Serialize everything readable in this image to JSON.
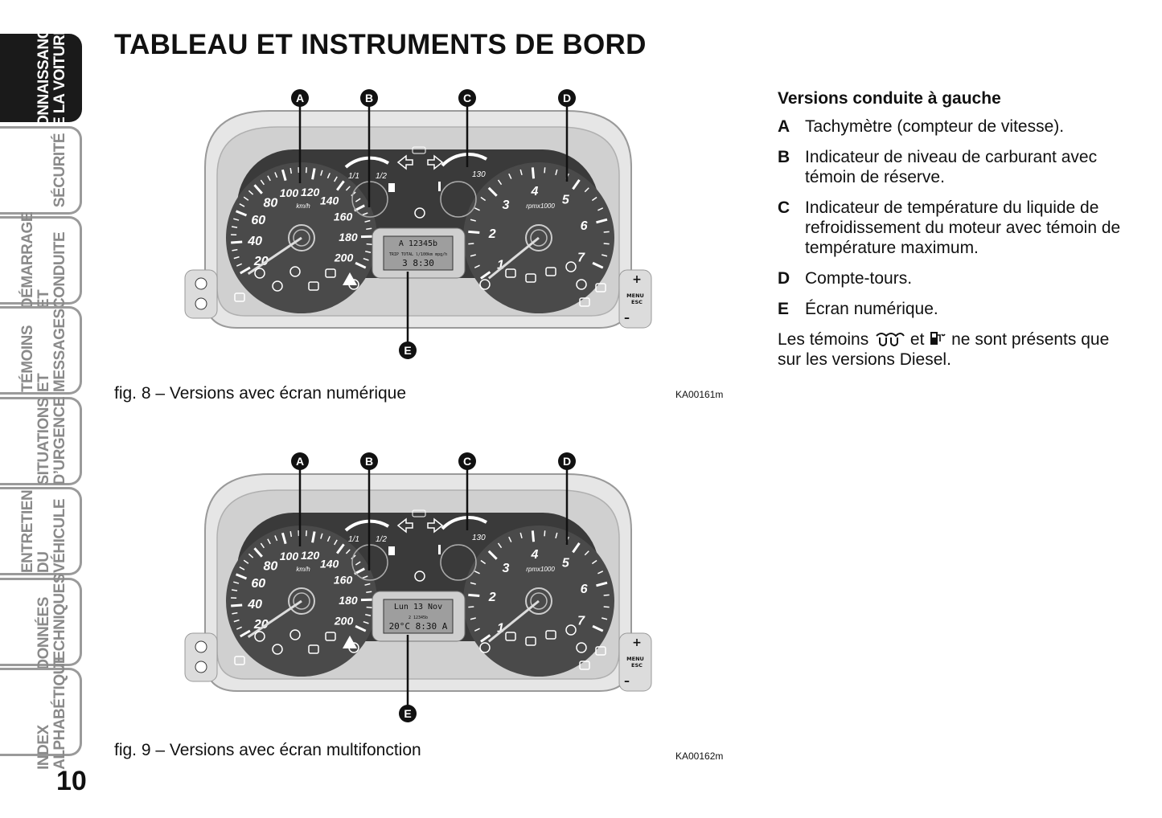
{
  "page": {
    "title": "TABLEAU ET INSTRUMENTS DE BORD",
    "number": "10"
  },
  "side_tabs": [
    {
      "label": "CONNAISSANCE\nDE LA VOITURE",
      "active": true
    },
    {
      "label": "SÉCURITÉ",
      "active": false
    },
    {
      "label": "DÉMARRAGE\nET CONDUITE",
      "active": false
    },
    {
      "label": "TÉMOINS\nET MESSAGES",
      "active": false
    },
    {
      "label": "SITUATIONS\nD’URGENCE",
      "active": false
    },
    {
      "label": "ENTRETIEN\nDU VÉHICULE",
      "active": false
    },
    {
      "label": "DONNÉES\nTECHNIQUES",
      "active": false
    },
    {
      "label": "INDEX\nALPHABÉTIQUE",
      "active": false
    }
  ],
  "figures": [
    {
      "caption": "fig. 8 – Versions avec écran numérique",
      "code": "KA00161m",
      "markers": [
        "A",
        "B",
        "C",
        "D",
        "E"
      ],
      "display": {
        "line1": "A 12345b",
        "line2": "TRIP TOTAL  l/100km  mpg/h",
        "line3": "3 8:30"
      },
      "speed_labels": [
        "20",
        "40",
        "60",
        "80",
        "100",
        "120",
        "140",
        "160",
        "180",
        "200"
      ],
      "speed_unit": "km/h",
      "rpm_labels": [
        "1",
        "2",
        "3",
        "4",
        "5",
        "6",
        "7"
      ],
      "rpm_unit": "rpmx1000",
      "fuel_labels": [
        "1/1",
        "1/2"
      ],
      "temp_label": "130"
    },
    {
      "caption": "fig. 9 – Versions avec écran multifonction",
      "code": "KA00162m",
      "markers": [
        "A",
        "B",
        "C",
        "D",
        "E"
      ],
      "display": {
        "line1": "Lun 13 Nov",
        "line2": "2  12345b",
        "line3": "20°C 8:30 A"
      },
      "speed_labels": [
        "20",
        "40",
        "60",
        "80",
        "100",
        "120",
        "140",
        "160",
        "180",
        "200"
      ],
      "speed_unit": "km/h",
      "rpm_labels": [
        "1",
        "2",
        "3",
        "4",
        "5",
        "6",
        "7"
      ],
      "rpm_unit": "rpmx1000",
      "fuel_labels": [
        "1/1",
        "1/2"
      ],
      "temp_label": "130"
    }
  ],
  "legend": {
    "heading": "Versions conduite à gauche",
    "items": [
      {
        "letter": "A",
        "text": "Tachymètre (compteur de vitesse)."
      },
      {
        "letter": "B",
        "text": "Indicateur de niveau de carburant avec témoin de réserve."
      },
      {
        "letter": "C",
        "text": "Indicateur de température du liquide de refroidissement du moteur avec témoin de température maximum."
      },
      {
        "letter": "D",
        "text": "Compte-tours."
      },
      {
        "letter": "E",
        "text": "Écran numérique."
      }
    ],
    "note_part1": "Les témoins",
    "note_part2": "et",
    "note_part3": "ne sont présents que sur les versions Diesel.",
    "note_icons": [
      "glow-plug-icon",
      "water-in-fuel-icon"
    ]
  },
  "buttons": {
    "plus": "+",
    "minus": "–",
    "menu": "MENU\nESC"
  }
}
